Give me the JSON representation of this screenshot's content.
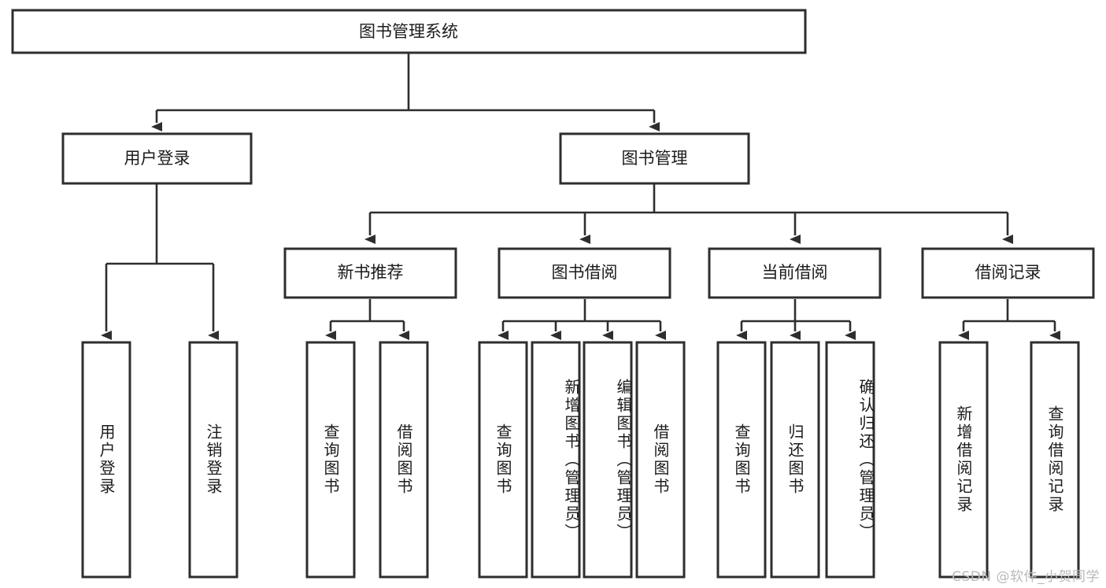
{
  "diagram": {
    "title_node": {
      "label": "图书管理系统"
    },
    "level2": [
      {
        "id": "user-login",
        "label": "用户登录"
      },
      {
        "id": "book-manage",
        "label": "图书管理"
      }
    ],
    "level3": [
      {
        "id": "new-book-recommend",
        "label": "新书推荐"
      },
      {
        "id": "book-borrow",
        "label": "图书借阅"
      },
      {
        "id": "current-borrow",
        "label": "当前借阅"
      },
      {
        "id": "borrow-record",
        "label": "借阅记录"
      }
    ],
    "leaves": {
      "user_login": [
        {
          "id": "leaf-user-login",
          "label": "用户登录"
        },
        {
          "id": "leaf-logout-login",
          "label": "注销登录"
        }
      ],
      "new_book_recommend": [
        {
          "id": "leaf-query-book-1",
          "label": "查询图书"
        },
        {
          "id": "leaf-borrow-book-1",
          "label": "借阅图书"
        }
      ],
      "book_borrow": [
        {
          "id": "leaf-query-book-2",
          "label": "查询图书"
        },
        {
          "id": "leaf-add-book",
          "label": "新增图书（管理员）"
        },
        {
          "id": "leaf-edit-book",
          "label": "编辑图书（管理员）"
        },
        {
          "id": "leaf-borrow-book-2",
          "label": "借阅图书"
        }
      ],
      "current_borrow": [
        {
          "id": "leaf-query-book-3",
          "label": "查询图书"
        },
        {
          "id": "leaf-return-book",
          "label": "归还图书"
        },
        {
          "id": "leaf-confirm-return",
          "label": "确认归还（管理员）"
        }
      ],
      "borrow_record": [
        {
          "id": "leaf-add-borrow-record",
          "label": "新增借阅记录"
        },
        {
          "id": "leaf-query-borrow-record",
          "label": "查询借阅记录"
        }
      ]
    },
    "colors": {
      "stroke": "#2e2e2e",
      "fill": "#ffffff",
      "text": "#1b1b1b",
      "watermark": "#b9b9b9"
    }
  },
  "watermark": {
    "text": "CSDN @软件_小贺同学"
  }
}
